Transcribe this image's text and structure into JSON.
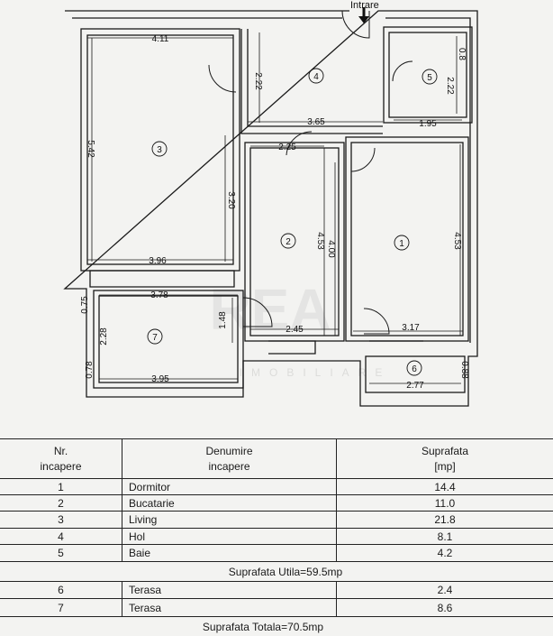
{
  "plan": {
    "entrance_label": "Intrare",
    "rooms": [
      {
        "id": "1",
        "label": "1"
      },
      {
        "id": "2",
        "label": "2"
      },
      {
        "id": "3",
        "label": "3"
      },
      {
        "id": "4",
        "label": "4"
      },
      {
        "id": "5",
        "label": "5"
      },
      {
        "id": "6",
        "label": "6"
      },
      {
        "id": "7",
        "label": "7"
      }
    ],
    "dimensions": {
      "living_top": "4.11",
      "living_height": "5.42",
      "living_inner": "3.20",
      "living_bottom": "3.96",
      "hall_height": "2.22",
      "hall_width": "3.65",
      "bath_height": "2.22",
      "bath_small": "0.8",
      "bath_width": "1.95",
      "kitchen_top": "2.25",
      "kitchen_height": "4.53",
      "kitchen_inner": "4.00",
      "kitchen_bottom": "2.45",
      "bedroom_height": "4.53",
      "bedroom_bottom": "3.17",
      "terrace7_top": "3.78",
      "terrace7_left_top": "0.75",
      "terrace7_left": "2.28",
      "terrace7_left_bottom": "0.78",
      "terrace7_right": "1.48",
      "terrace7_bottom": "3.95",
      "terrace6_bottom": "2.77",
      "terrace6_right": "0.88"
    },
    "watermark": "REA",
    "watermark_sub": "IMOBILIARE"
  },
  "table": {
    "headers": {
      "nr_line1": "Nr.",
      "nr_line2": "incapere",
      "name_line1": "Denumire",
      "name_line2": "incapere",
      "area_line1": "Suprafata",
      "area_line2": "[mp]"
    },
    "rows": [
      {
        "nr": "1",
        "name": "Dormitor",
        "area": "14.4"
      },
      {
        "nr": "2",
        "name": "Bucatarie",
        "area": "11.0"
      },
      {
        "nr": "3",
        "name": "Living",
        "area": "21.8"
      },
      {
        "nr": "4",
        "name": "Hol",
        "area": "8.1"
      },
      {
        "nr": "5",
        "name": "Baie",
        "area": "4.2"
      }
    ],
    "useful_total": "Suprafata Utila=59.5mp",
    "terrace_rows": [
      {
        "nr": "6",
        "name": "Terasa",
        "area": "2.4"
      },
      {
        "nr": "7",
        "name": "Terasa",
        "area": "8.6"
      }
    ],
    "grand_total": "Suprafata Totala=70.5mp"
  }
}
